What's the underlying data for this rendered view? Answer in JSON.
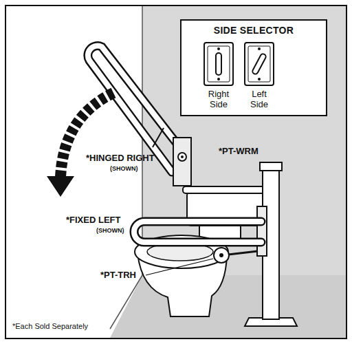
{
  "diagram": {
    "nodes": [
      {
        "text": [
          "SIDE SELECTOR"
        ]
      },
      {
        "text": [
          "Right Side"
        ],
        "in": 0
      },
      {
        "text": [
          "Left Side"
        ],
        "in": 0
      }
    ],
    "labels": [
      "*HINGED RIGHT",
      "(SHOWN)",
      "*FIXED LEFT",
      "(SHOWN)",
      "*PT-WRM",
      "*PT-TRH",
      "*Each Sold Separately"
    ]
  }
}
